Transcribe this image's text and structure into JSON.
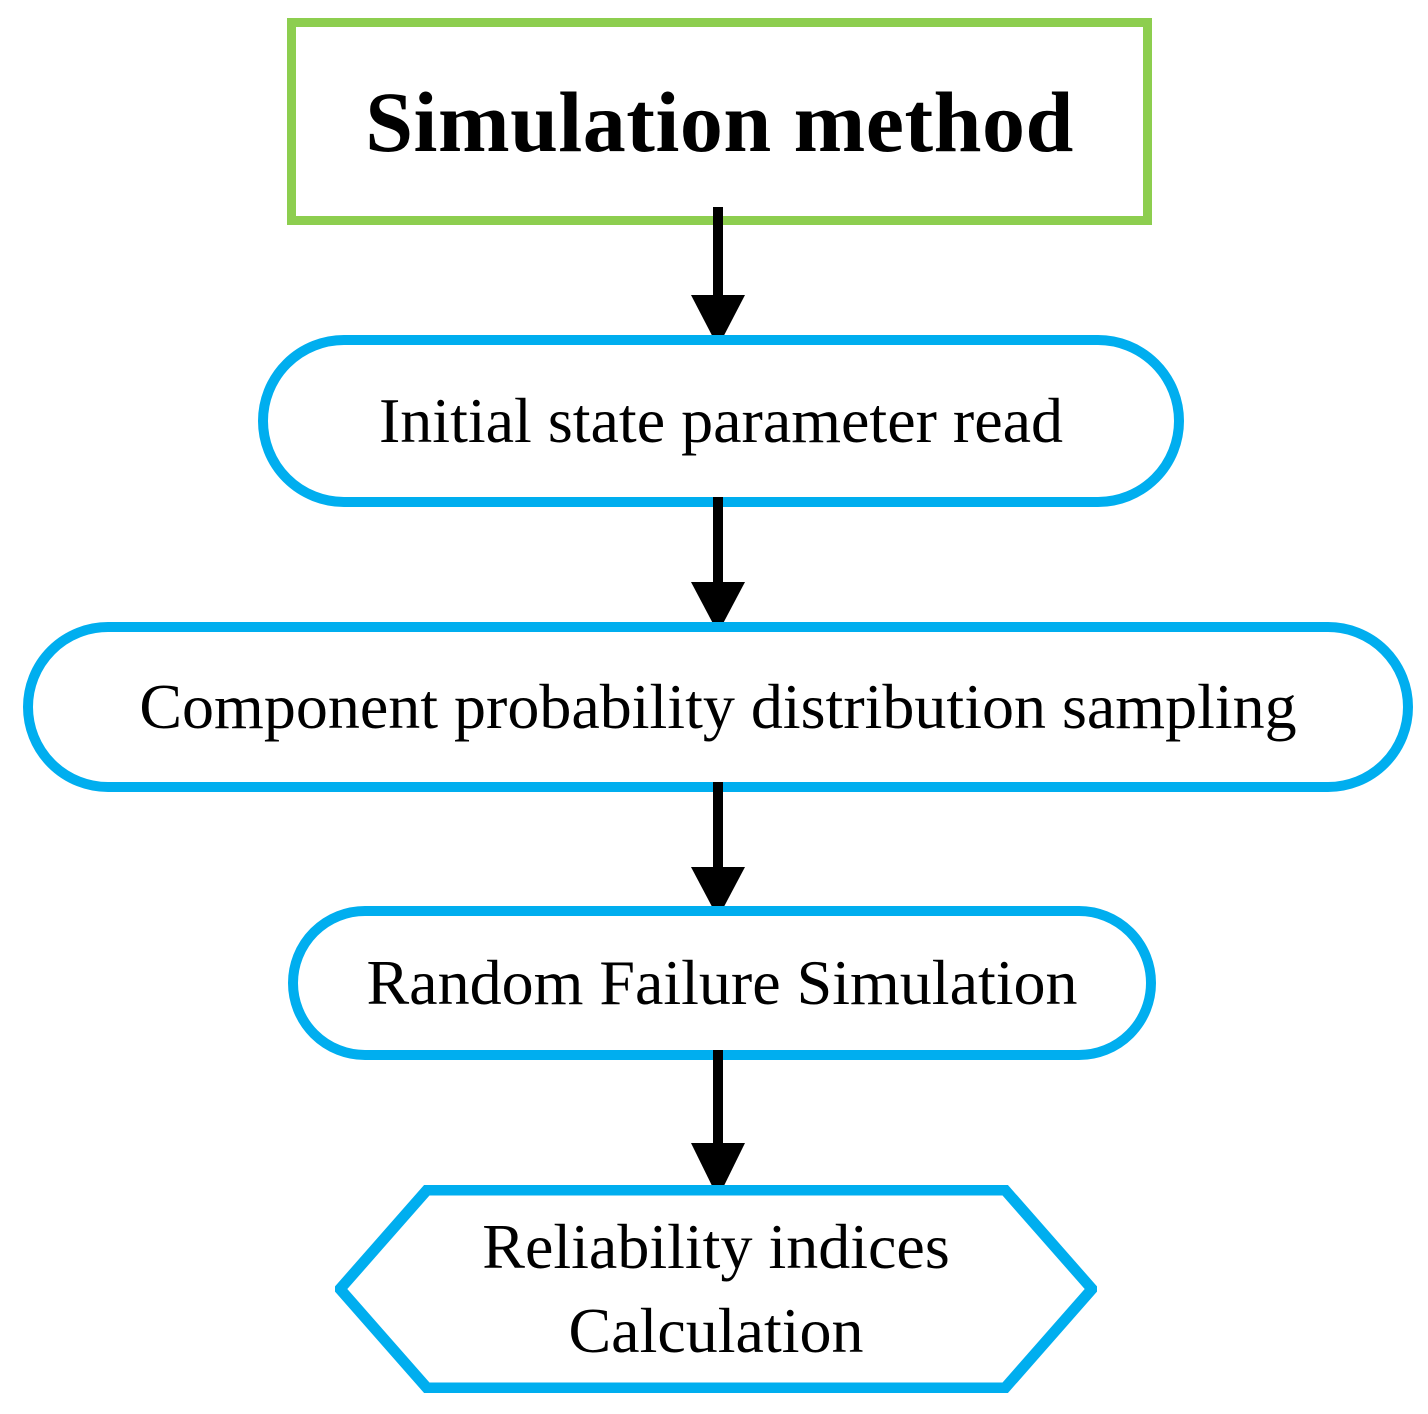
{
  "diagram": {
    "title": "Simulation method",
    "background_color": "#ffffff",
    "colors": {
      "title_border": "#8DCE4F",
      "node_border": "#00AEEF",
      "node_fill": "#ffffff",
      "arrow": "#000000",
      "text": "#000000"
    },
    "nodes": [
      {
        "id": "title",
        "label": "Simulation method",
        "shape": "rectangle"
      },
      {
        "id": "step-1",
        "label": "Initial state parameter read",
        "shape": "stadium"
      },
      {
        "id": "step-2",
        "label": "Component probability distribution sampling",
        "shape": "stadium"
      },
      {
        "id": "step-3",
        "label": "Random Failure Simulation",
        "shape": "stadium"
      },
      {
        "id": "step-4",
        "label_line1": "Reliability indices",
        "label_line2": "Calculation",
        "shape": "hexagon"
      }
    ],
    "connectors": [
      {
        "id": "arrow-1",
        "from": "title",
        "to": "step-1",
        "style": "solid-arrow-down"
      },
      {
        "id": "arrow-2",
        "from": "step-1",
        "to": "step-2",
        "style": "solid-arrow-down"
      },
      {
        "id": "arrow-3",
        "from": "step-2",
        "to": "step-3",
        "style": "solid-arrow-down"
      },
      {
        "id": "arrow-4",
        "from": "step-3",
        "to": "step-4",
        "style": "solid-arrow-down"
      }
    ]
  }
}
